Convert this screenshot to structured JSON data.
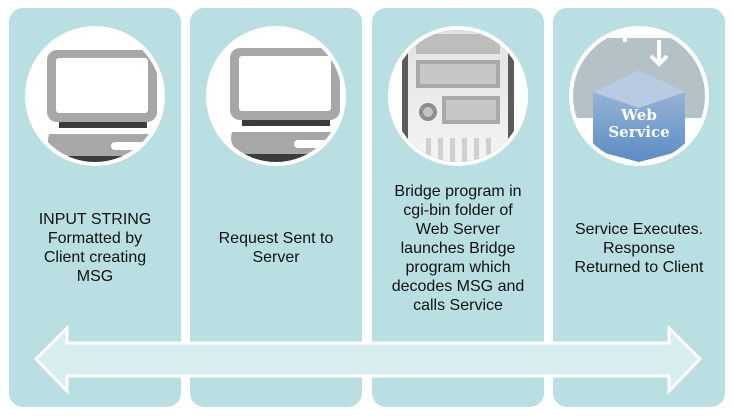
{
  "steps": [
    {
      "icon": "laptop-icon",
      "text": "INPUT STRING\nFormatted by\nClient creating\nMSG"
    },
    {
      "icon": "laptop-icon",
      "text": "Request Sent to\nServer"
    },
    {
      "icon": "server-tower-icon",
      "text": "Bridge program in\ncgi-bin folder of\nWeb Server\nlaunches Bridge\nprogram which\ndecodes MSG and\ncalls Service"
    },
    {
      "icon": "web-service-box-icon",
      "text": "Service Executes.\nResponse\nReturned to Client",
      "icon_label_1": "Web",
      "icon_label_2": "Service"
    }
  ],
  "colors": {
    "panel": "#b9dfe2",
    "arrow_fill": "#d8edf0",
    "web_service_blue": "#5b8cc4"
  }
}
